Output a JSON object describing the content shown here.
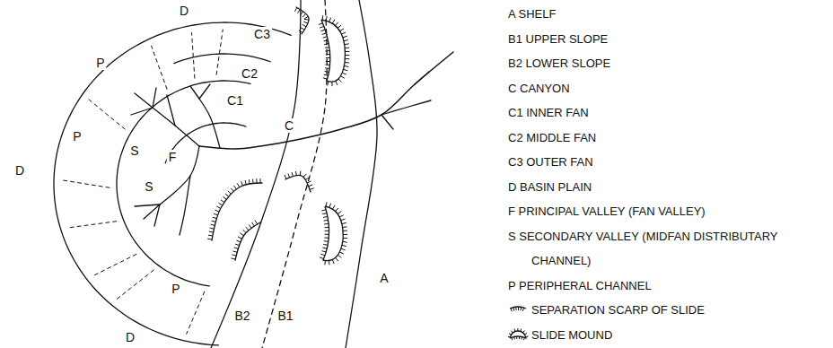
{
  "diagram": {
    "labels": [
      "D",
      "P",
      "C3",
      "C2",
      "C1",
      "P",
      "C",
      "S",
      "F",
      "D",
      "S",
      "P",
      "B2",
      "B1",
      "A",
      "D"
    ],
    "legend": [
      {
        "text": "A SHELF"
      },
      {
        "text": "B1 UPPER SLOPE"
      },
      {
        "text": "B2 LOWER SLOPE"
      },
      {
        "text": "C CANYON"
      },
      {
        "text": "C1 INNER FAN"
      },
      {
        "text": "C2 MIDDLE FAN"
      },
      {
        "text": "C3 OUTER FAN"
      },
      {
        "text": "D BASIN PLAIN"
      },
      {
        "text": "F PRINCIPAL VALLEY (FAN VALLEY)"
      },
      {
        "text": "S SECONDARY VALLEY (MIDFAN DISTRIBUTARY CHANNEL)"
      },
      {
        "text": "P PERIPHERAL CHANNEL"
      },
      {
        "text": "SEPARATION SCARP OF SLIDE"
      },
      {
        "text": "SLIDE MOUND"
      }
    ]
  }
}
